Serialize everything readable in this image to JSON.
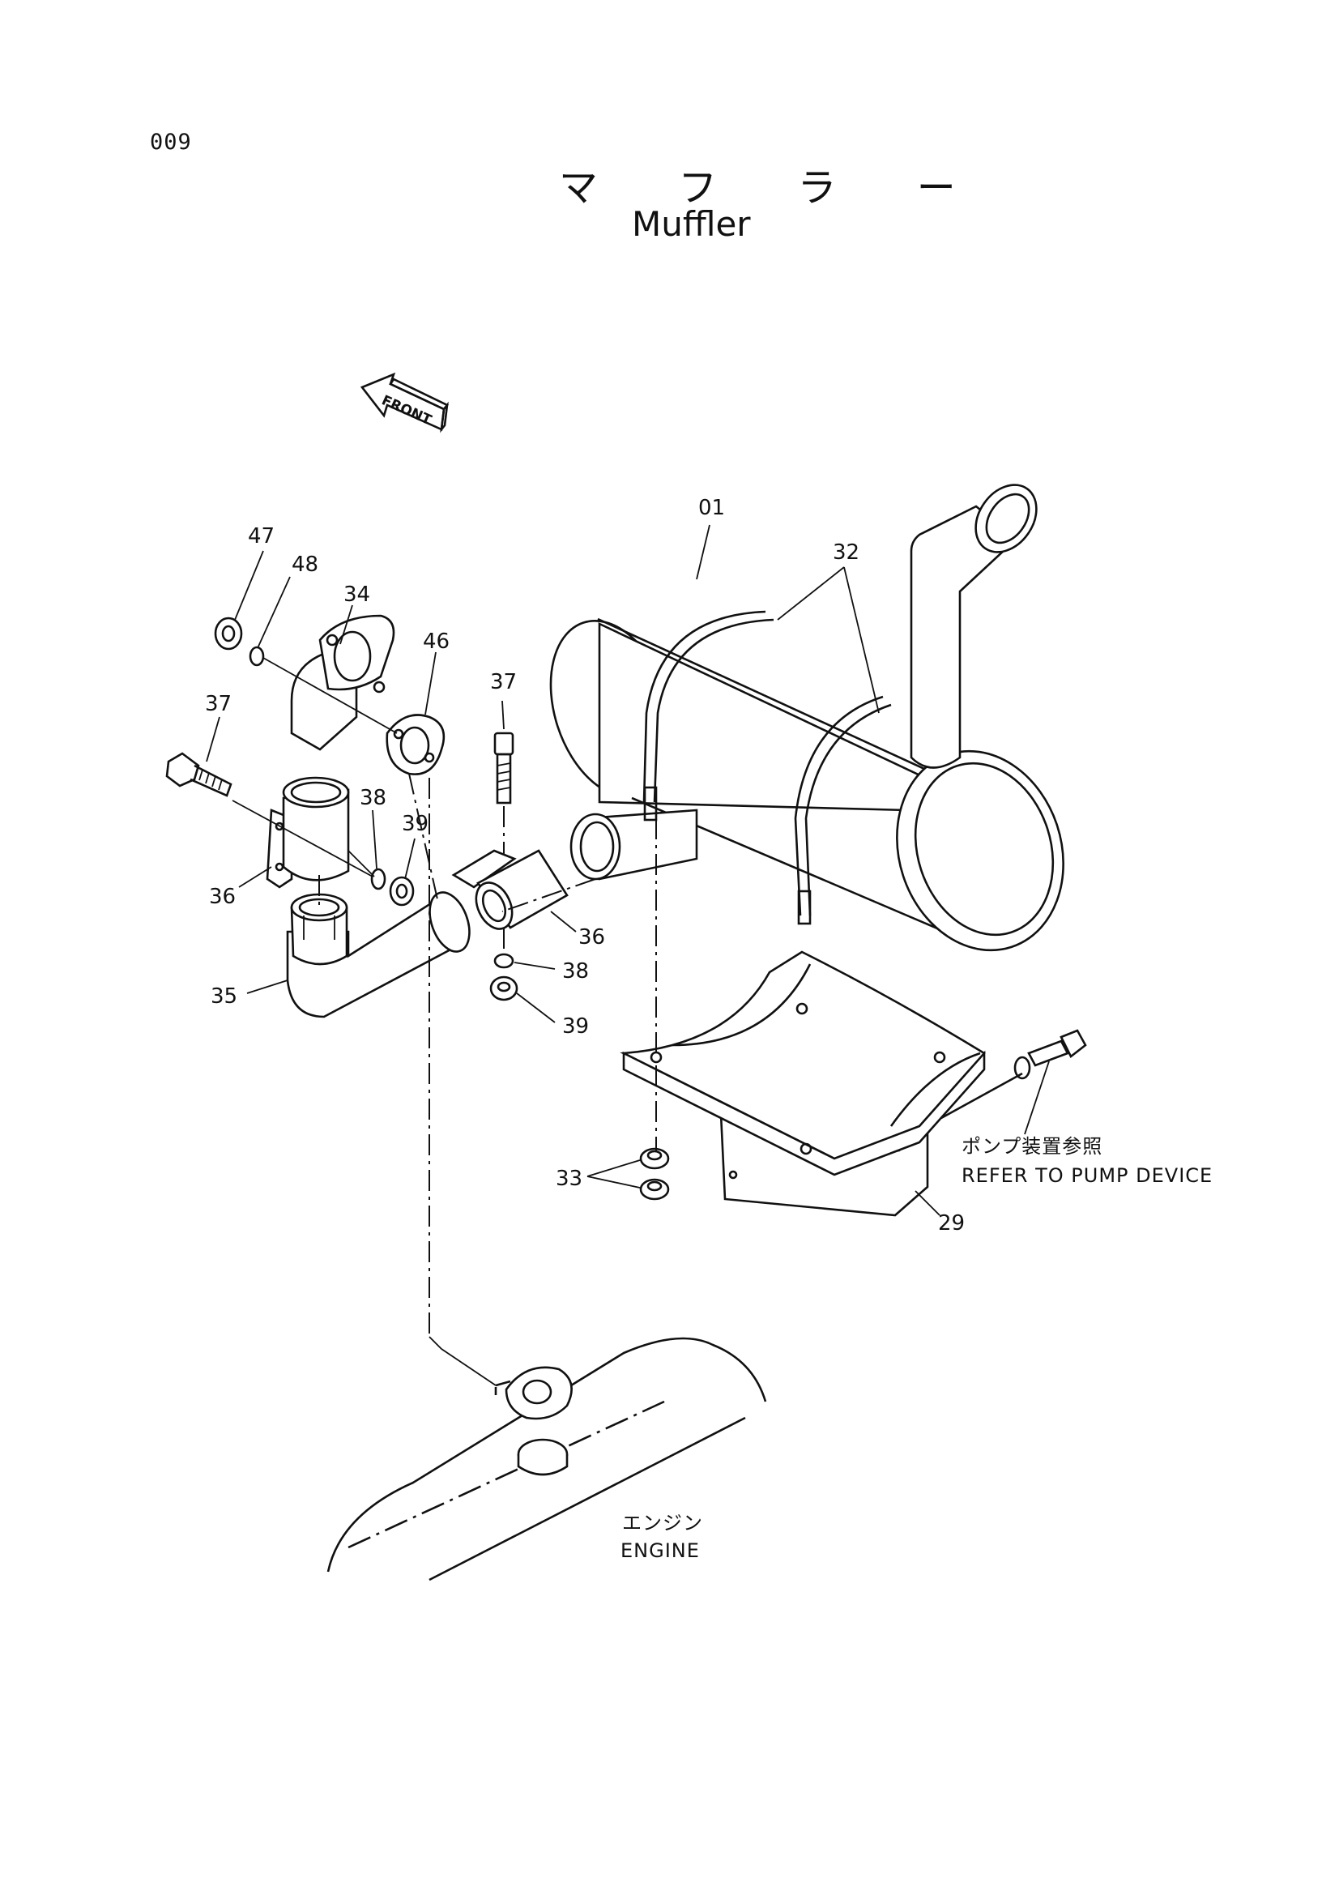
{
  "page_number": "009",
  "title": {
    "japanese": "マ フ ラ ー",
    "english": "Muffler"
  },
  "direction_marker": "FRONT",
  "callouts": {
    "c01": "01",
    "c32": "32",
    "c47": "47",
    "c48": "48",
    "c34": "34",
    "c46": "46",
    "c37a": "37",
    "c37b": "37",
    "c38a": "38",
    "c39a": "39",
    "c36a": "36",
    "c36b": "36",
    "c38b": "38",
    "c39b": "39",
    "c35": "35",
    "c33": "33",
    "c29": "29"
  },
  "notes": {
    "pump_jp": "ポンプ装置参照",
    "pump_en": "REFER TO PUMP DEVICE",
    "engine_jp": "エンジン",
    "engine_en": "ENGINE"
  }
}
